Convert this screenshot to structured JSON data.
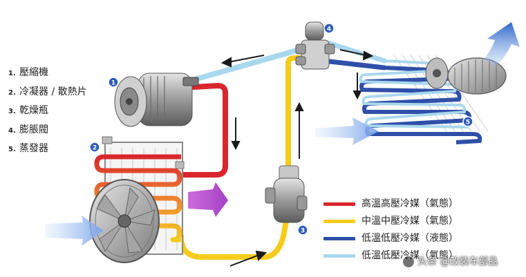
{
  "parts": [
    {
      "num": "1.",
      "label": "壓縮機"
    },
    {
      "num": "2.",
      "label": "冷凝器 / 散熱片"
    },
    {
      "num": "3.",
      "label": "乾燥瓶"
    },
    {
      "num": "4.",
      "label": "膨脹閥"
    },
    {
      "num": "5.",
      "label": "蒸發器"
    }
  ],
  "markers": [
    "1",
    "2",
    "3",
    "4",
    "5"
  ],
  "legend": [
    {
      "label": "高溫高壓冷媒（氣態）",
      "color": "#d9262c"
    },
    {
      "label": "中溫中壓冷媒（氣態）",
      "color": "#f5cc1b"
    },
    {
      "label": "低溫低壓冷媒（液態）",
      "color": "#2f4fa8"
    },
    {
      "label": "低溫低壓冷媒（氣態）",
      "color": "#a9d8ee"
    }
  ],
  "watermark": "头条 @改装车部品",
  "icons": {
    "watermark_logo": "toutiao-logo-icon"
  }
}
